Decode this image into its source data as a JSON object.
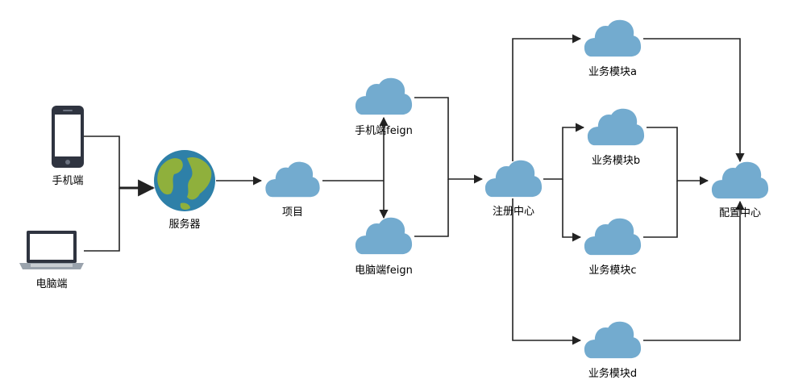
{
  "nodes": {
    "mobile": "手机端",
    "pc": "电脑端",
    "server": "服务器",
    "project": "项目",
    "mobile_feign": "手机端feign",
    "pc_feign": "电脑端feign",
    "registry": "注册中心",
    "module_a": "业务模块a",
    "module_b": "业务模块b",
    "module_c": "业务模块c",
    "module_d": "业务模块d",
    "config": "配置中心"
  },
  "colors": {
    "cloud": "#73abcf",
    "line": "#222222",
    "device": "#2f3440",
    "globe_ocean": "#2e80a8",
    "globe_land": "#8fb03c"
  },
  "icons": {
    "mobile": "smartphone-icon",
    "pc": "laptop-icon",
    "server": "globe-icon",
    "cloud": "cloud-icon"
  }
}
